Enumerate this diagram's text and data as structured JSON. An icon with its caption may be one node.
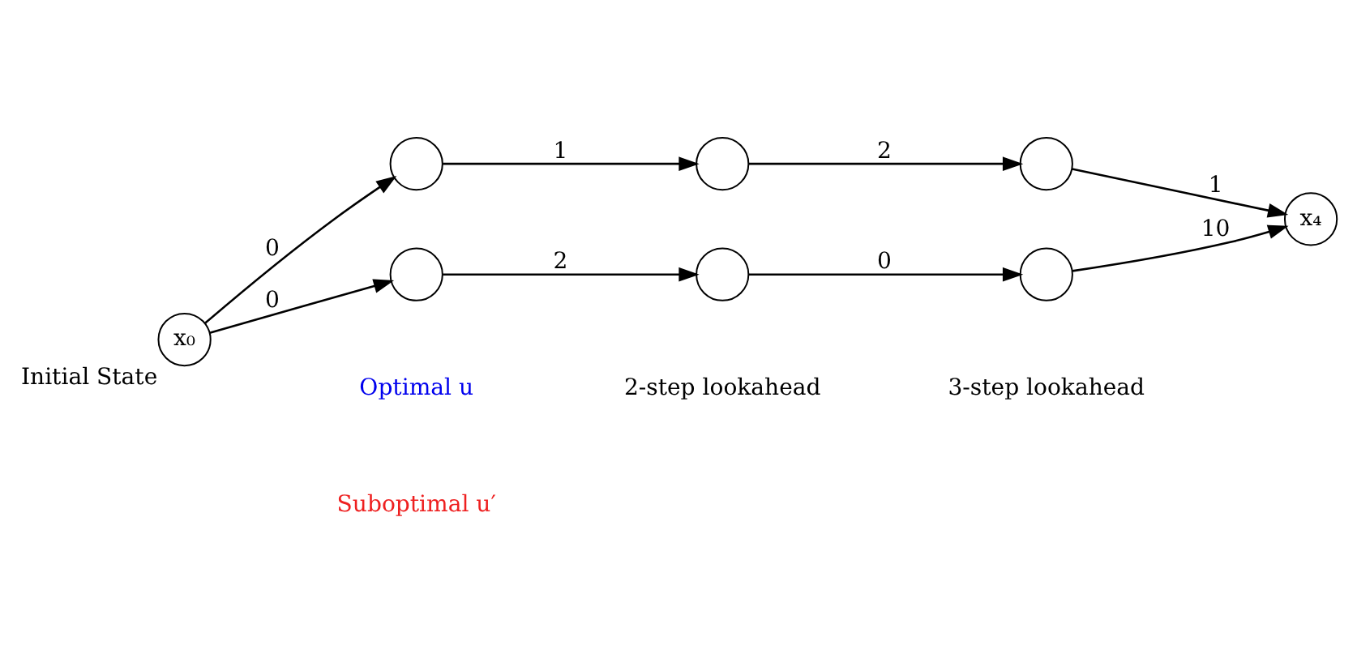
{
  "diagram": {
    "nodes": [
      {
        "text": [
          "x₀"
        ],
        "beside": [
          "Initial State"
        ]
      },
      {
        "text": [],
        "shape": "circle"
      },
      {
        "text": [],
        "shape": "circle"
      },
      {
        "text": [],
        "shape": "circle"
      },
      {
        "text": [
          "x₄"
        ]
      },
      {
        "text": [],
        "shape": "circle"
      },
      {
        "text": [],
        "shape": "circle"
      },
      {
        "text": [],
        "shape": "circle"
      }
    ],
    "edges": [
      {
        "from": 0,
        "to": 1,
        "arrow": "to",
        "label": "0"
      },
      {
        "from": 1,
        "to": 2,
        "arrow": "to",
        "label": "1"
      },
      {
        "from": 2,
        "to": 3,
        "arrow": "to",
        "label": "2"
      },
      {
        "from": 3,
        "to": 4,
        "arrow": "to",
        "label": "1"
      },
      {
        "from": 0,
        "to": 5,
        "arrow": "to",
        "label": "0"
      },
      {
        "from": 5,
        "to": 6,
        "arrow": "to",
        "label": "2"
      },
      {
        "from": 6,
        "to": 7,
        "arrow": "to",
        "label": "0"
      },
      {
        "from": 7,
        "to": 4,
        "arrow": "to",
        "label": "10"
      }
    ],
    "labels": [
      "Optimal u",
      "Suboptimal u′",
      "2-step lookahead",
      "3-step lookahead"
    ]
  }
}
